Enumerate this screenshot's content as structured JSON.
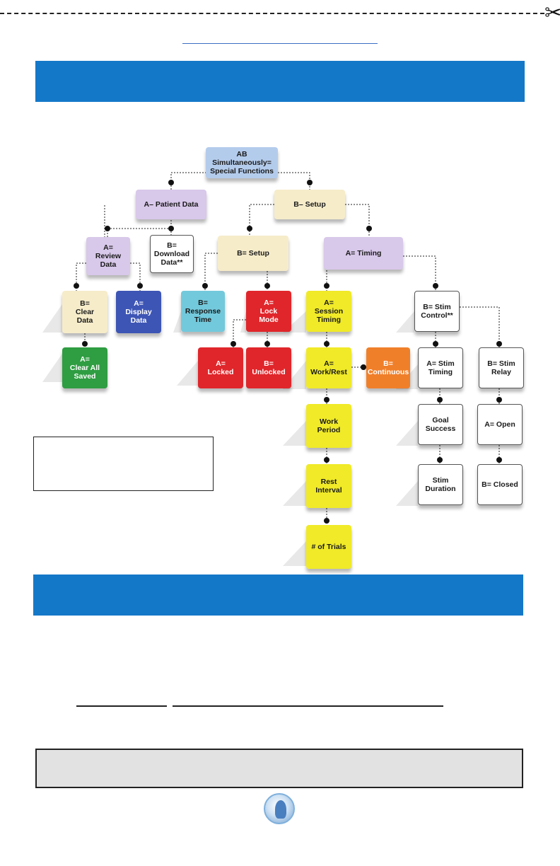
{
  "colors": {
    "lavender": "#d8c8ea",
    "cream": "#f6ecca",
    "white": "#ffffff",
    "light_blue": "#b4ccec",
    "navy": "#3d55b5",
    "green": "#2f9d42",
    "cyan": "#73c9dc",
    "red": "#e0262b",
    "yellow": "#f0ea28",
    "orange": "#f07f2a",
    "header_band": "#1478c8"
  },
  "tree": {
    "nodes": [
      {
        "id": "root",
        "label": "AB Simultaneously=\nSpecial Functions",
        "color": "light_blue"
      },
      {
        "id": "patient",
        "label": "A– Patient Data",
        "color": "lavender"
      },
      {
        "id": "setup_top",
        "label": "B– Setup",
        "color": "cream"
      },
      {
        "id": "review",
        "label": "A=\nReview\nData",
        "color": "lavender"
      },
      {
        "id": "download",
        "label": "B=\nDownload\nData**",
        "color": "white"
      },
      {
        "id": "setup",
        "label": "B= Setup",
        "color": "cream"
      },
      {
        "id": "timing",
        "label": "A= Timing",
        "color": "lavender"
      },
      {
        "id": "clear",
        "label": "B=\nClear\nData",
        "color": "cream"
      },
      {
        "id": "display",
        "label": "A=\nDisplay\nData",
        "color": "navy"
      },
      {
        "id": "response",
        "label": "B=\nResponse\nTime",
        "color": "cyan"
      },
      {
        "id": "lockmode",
        "label": "A=\nLock\nMode",
        "color": "red"
      },
      {
        "id": "session",
        "label": "A=\nSession\nTiming",
        "color": "yellow"
      },
      {
        "id": "stimctrl",
        "label": "B= Stim\nControl**",
        "color": "white"
      },
      {
        "id": "clearall",
        "label": "A=\nClear All\nSaved",
        "color": "green"
      },
      {
        "id": "locked",
        "label": "A=\nLocked",
        "color": "red"
      },
      {
        "id": "unlocked",
        "label": "B=\nUnlocked",
        "color": "red"
      },
      {
        "id": "workrest",
        "label": "A=\nWork/Rest",
        "color": "yellow"
      },
      {
        "id": "continuous",
        "label": "B=\nContinuous",
        "color": "orange"
      },
      {
        "id": "stimtiming",
        "label": "A= Stim\nTiming",
        "color": "white"
      },
      {
        "id": "stimrelay",
        "label": "B= Stim\nRelay",
        "color": "white"
      },
      {
        "id": "workperiod",
        "label": "Work\nPeriod",
        "color": "yellow"
      },
      {
        "id": "goal",
        "label": "Goal\nSuccess",
        "color": "white"
      },
      {
        "id": "open",
        "label": "A= Open",
        "color": "white"
      },
      {
        "id": "rest",
        "label": "Rest\nInterval",
        "color": "yellow"
      },
      {
        "id": "stimdur",
        "label": "Stim\nDuration",
        "color": "white"
      },
      {
        "id": "closed",
        "label": "B= Closed",
        "color": "white"
      },
      {
        "id": "trials",
        "label": "# of Trials",
        "color": "yellow"
      }
    ]
  }
}
